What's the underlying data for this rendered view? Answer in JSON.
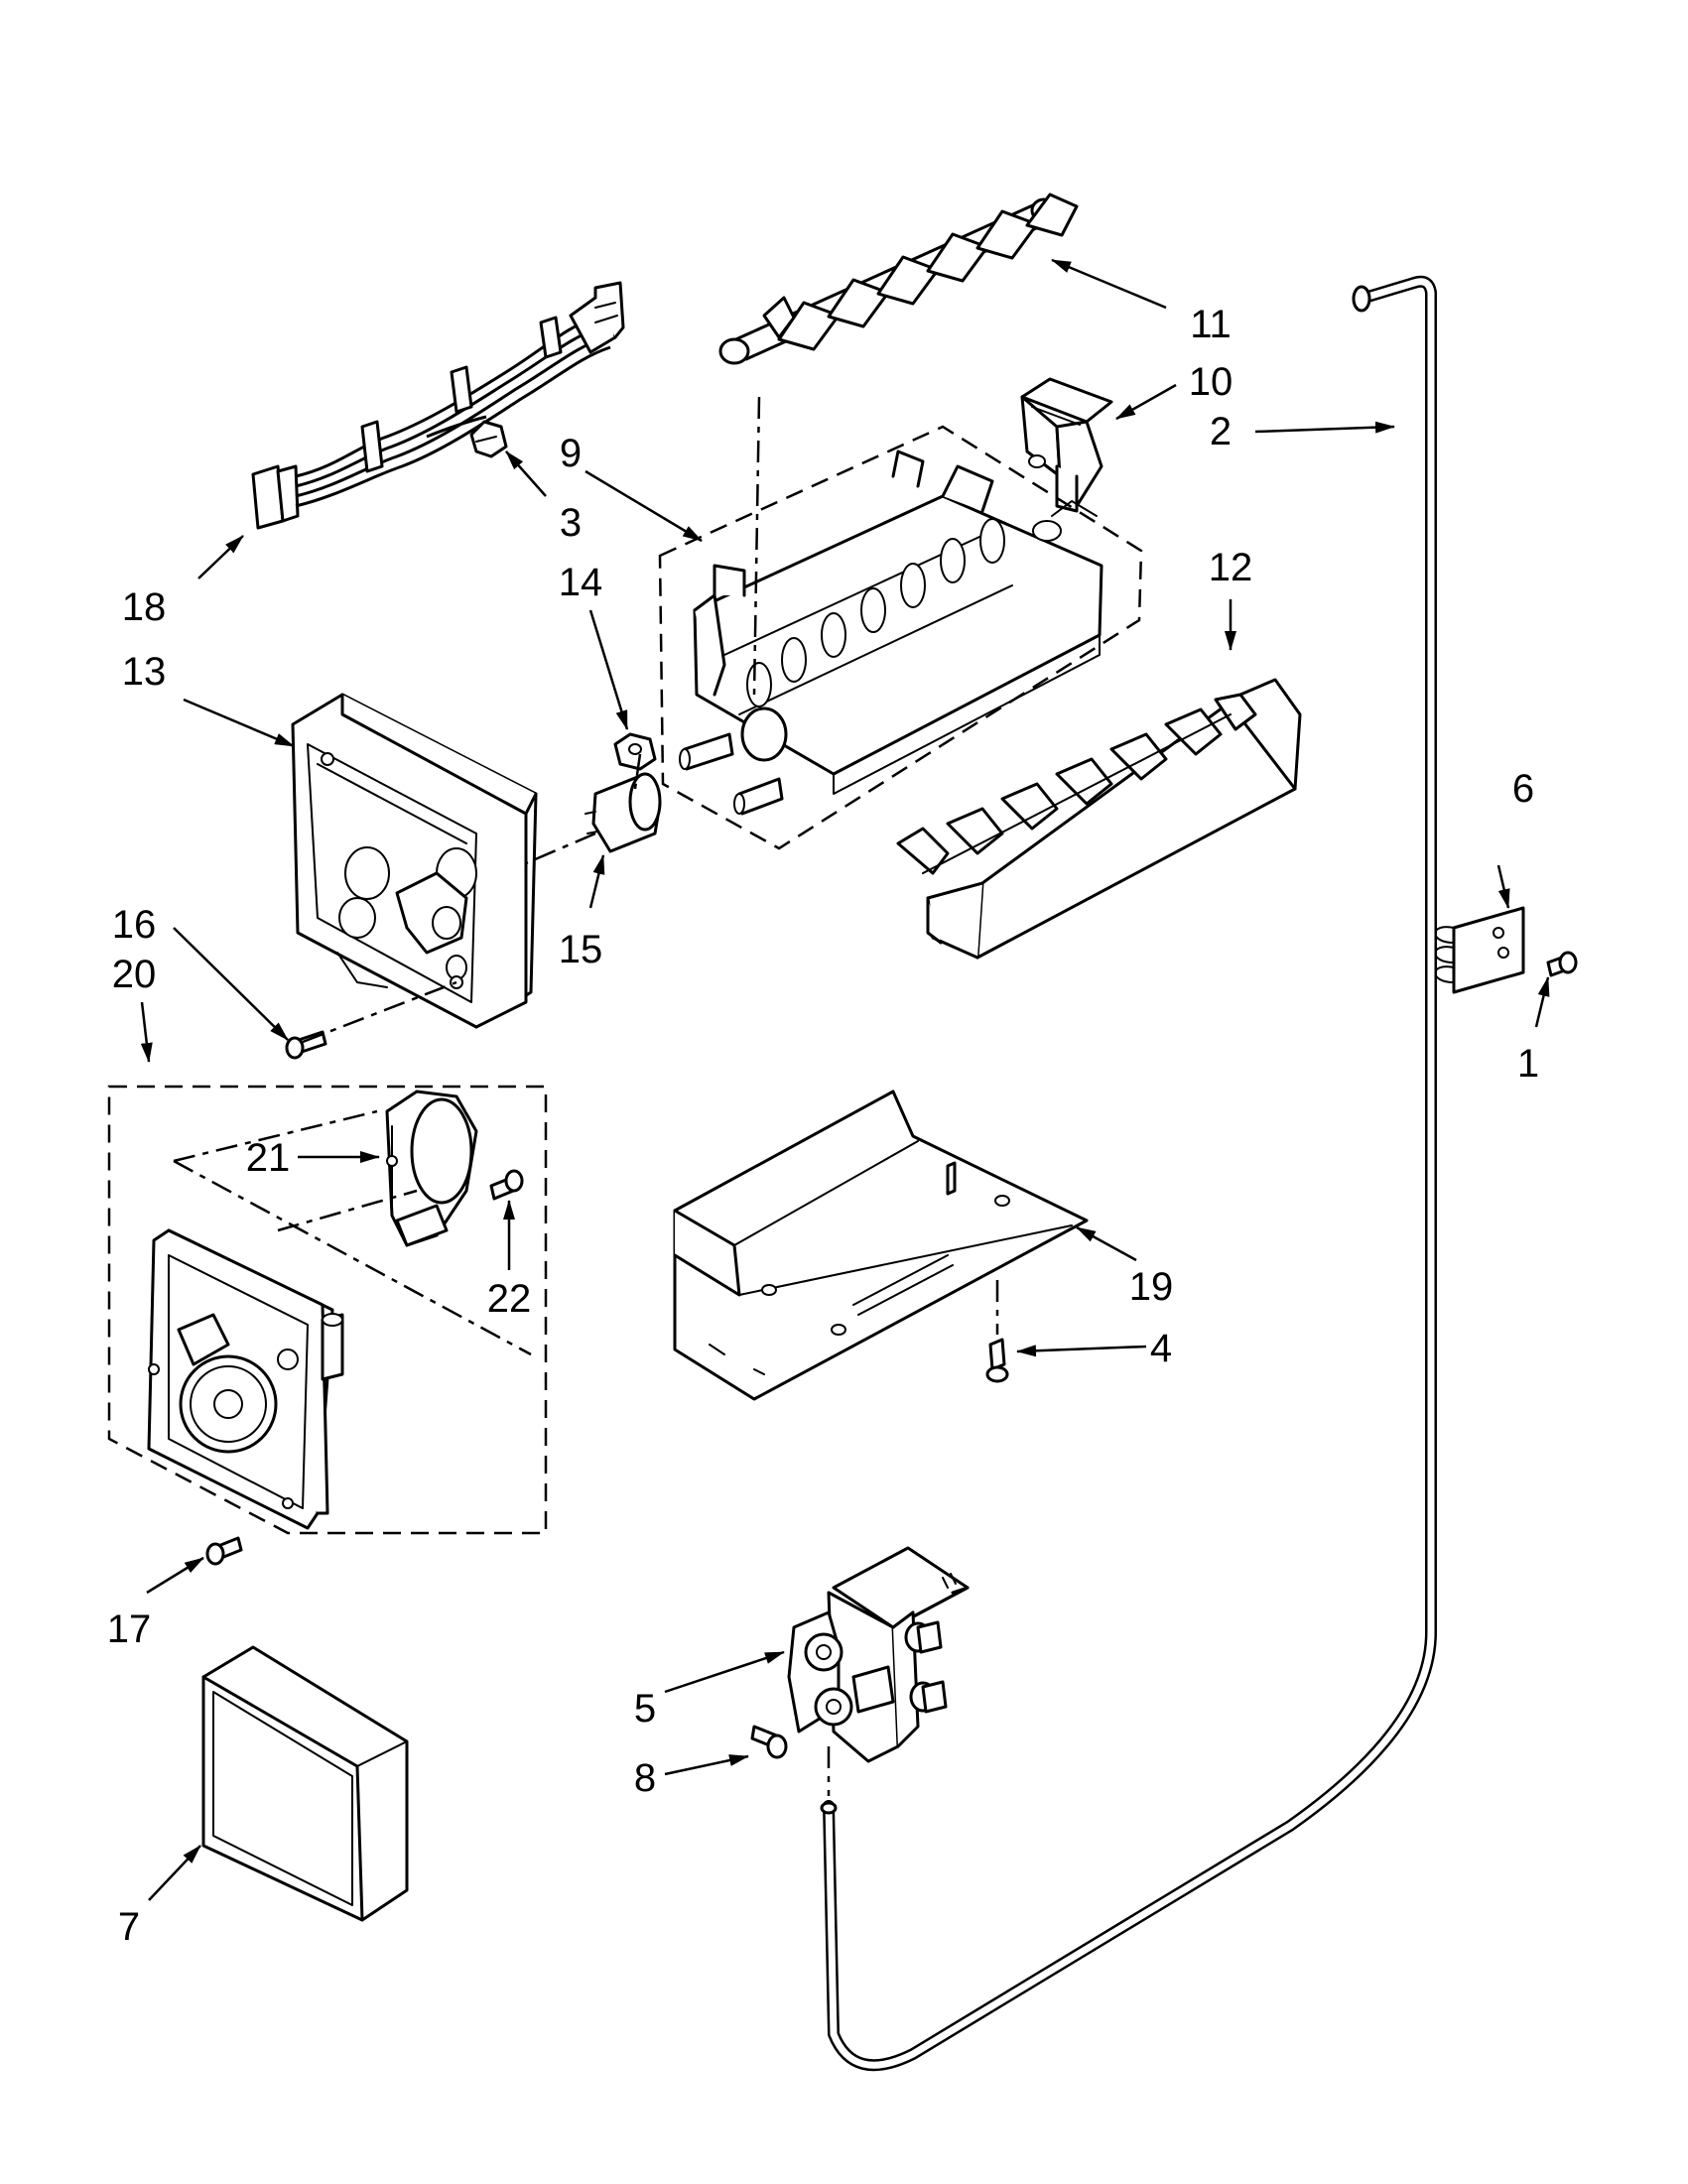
{
  "diagram": {
    "colors": {
      "line": "#000000",
      "background": "#ffffff"
    },
    "callouts": {
      "c1": "1",
      "c2": "2",
      "c3": "3",
      "c4": "4",
      "c5": "5",
      "c6": "6",
      "c7": "7",
      "c8": "8",
      "c9": "9",
      "c10": "10",
      "c11": "11",
      "c12": "12",
      "c13": "13",
      "c14": "14",
      "c15": "15",
      "c16": "16",
      "c17": "17",
      "c18": "18",
      "c19": "19",
      "c20": "20",
      "c21": "21",
      "c22": "22"
    },
    "parts_icons": [
      "screw-icon",
      "fill-tube-icon",
      "wire-clip-icon",
      "screw-icon",
      "water-valve-icon",
      "tube-clamp-icon",
      "gasket-frame-icon",
      "screw-icon",
      "ice-mold-icon",
      "fill-cup-icon",
      "ejector-icon",
      "stripper-icon",
      "control-housing-icon",
      "thermostat-clip-icon",
      "thermostat-icon",
      "screw-icon",
      "screw-icon",
      "wire-harness-icon",
      "shield-icon",
      "control-module-icon",
      "motor-icon",
      "screw-icon"
    ]
  }
}
